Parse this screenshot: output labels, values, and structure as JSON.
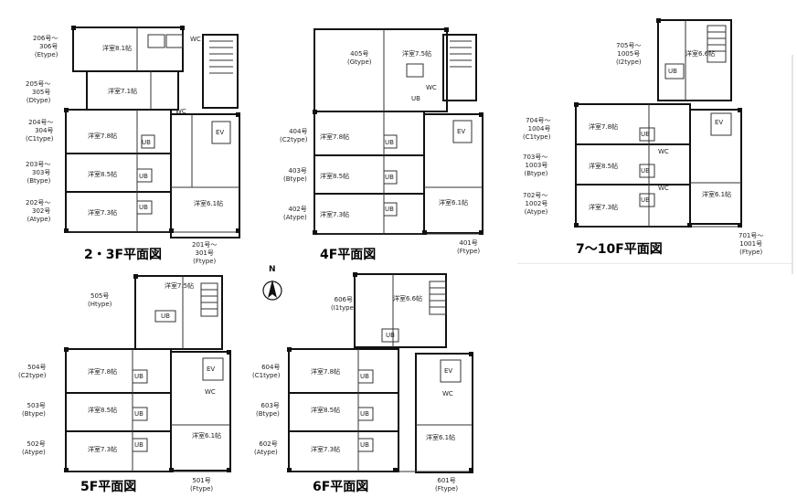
{
  "plans": [
    {
      "id": "p23",
      "title": "2・3F平面図",
      "rooms": [
        "洋室8.1帖",
        "洋室7.1帖",
        "洋室7.8帖",
        "洋室8.5帖",
        "洋室7.3帖",
        "洋室6.1帖"
      ],
      "labels": [
        {
          "text": "206号～\n306号\n(Etype)"
        },
        {
          "text": "205号～\n305号\n(Dtype)"
        },
        {
          "text": "204号～\n304号\n(C1type)"
        },
        {
          "text": "203号～\n303号\n(Btype)"
        },
        {
          "text": "202号～\n302号\n(Atype)"
        },
        {
          "text": "201号～\n301号\n(Ftype)"
        }
      ]
    },
    {
      "id": "p4",
      "title": "4F平面図",
      "rooms": [
        "洋室7.5帖",
        "洋室7.8帖",
        "洋室8.5帖",
        "洋室7.3帖",
        "洋室6.1帖"
      ],
      "labels": [
        {
          "text": "405号\n(Gtype)"
        },
        {
          "text": "404号\n(C2type)"
        },
        {
          "text": "403号\n(Btype)"
        },
        {
          "text": "402号\n(Atype)"
        },
        {
          "text": "401号\n(Ftype)"
        }
      ]
    },
    {
      "id": "p710",
      "title": "7～10F平面図",
      "rooms": [
        "洋室6.6帖",
        "洋室7.8帖",
        "洋室8.5帖",
        "洋室7.3帖",
        "洋室6.1帖"
      ],
      "labels": [
        {
          "text": "705号～\n1005号\n(I2type)"
        },
        {
          "text": "704号～\n1004号\n(C1type)"
        },
        {
          "text": "703号～\n1003号\n(Btype)"
        },
        {
          "text": "702号～\n1002号\n(Atype)"
        },
        {
          "text": "701号～\n1001号\n(Ftype)"
        }
      ]
    },
    {
      "id": "p5",
      "title": "5F平面図",
      "rooms": [
        "洋室7.5帖",
        "洋室7.8帖",
        "洋室8.5帖",
        "洋室7.3帖",
        "洋室6.1帖"
      ],
      "labels": [
        {
          "text": "505号\n(Htype)"
        },
        {
          "text": "504号\n(C2type)"
        },
        {
          "text": "503号\n(Btype)"
        },
        {
          "text": "502号\n(Atype)"
        },
        {
          "text": "501号\n(Ftype)"
        }
      ]
    },
    {
      "id": "p6",
      "title": "6F平面図",
      "rooms": [
        "洋室6.6帖",
        "洋室7.8帖",
        "洋室8.5帖",
        "洋室7.3帖",
        "洋室6.1帖"
      ],
      "labels": [
        {
          "text": "606号\n(I1type)"
        },
        {
          "text": "604号\n(C1type)"
        },
        {
          "text": "603号\n(Btype)"
        },
        {
          "text": "602号\n(Atype)"
        },
        {
          "text": "601号\n(Ftype)"
        }
      ]
    }
  ],
  "fixtures": {
    "ev": "EV",
    "ub": "UB",
    "wc": "WC"
  },
  "compass": {
    "letter": "N"
  }
}
